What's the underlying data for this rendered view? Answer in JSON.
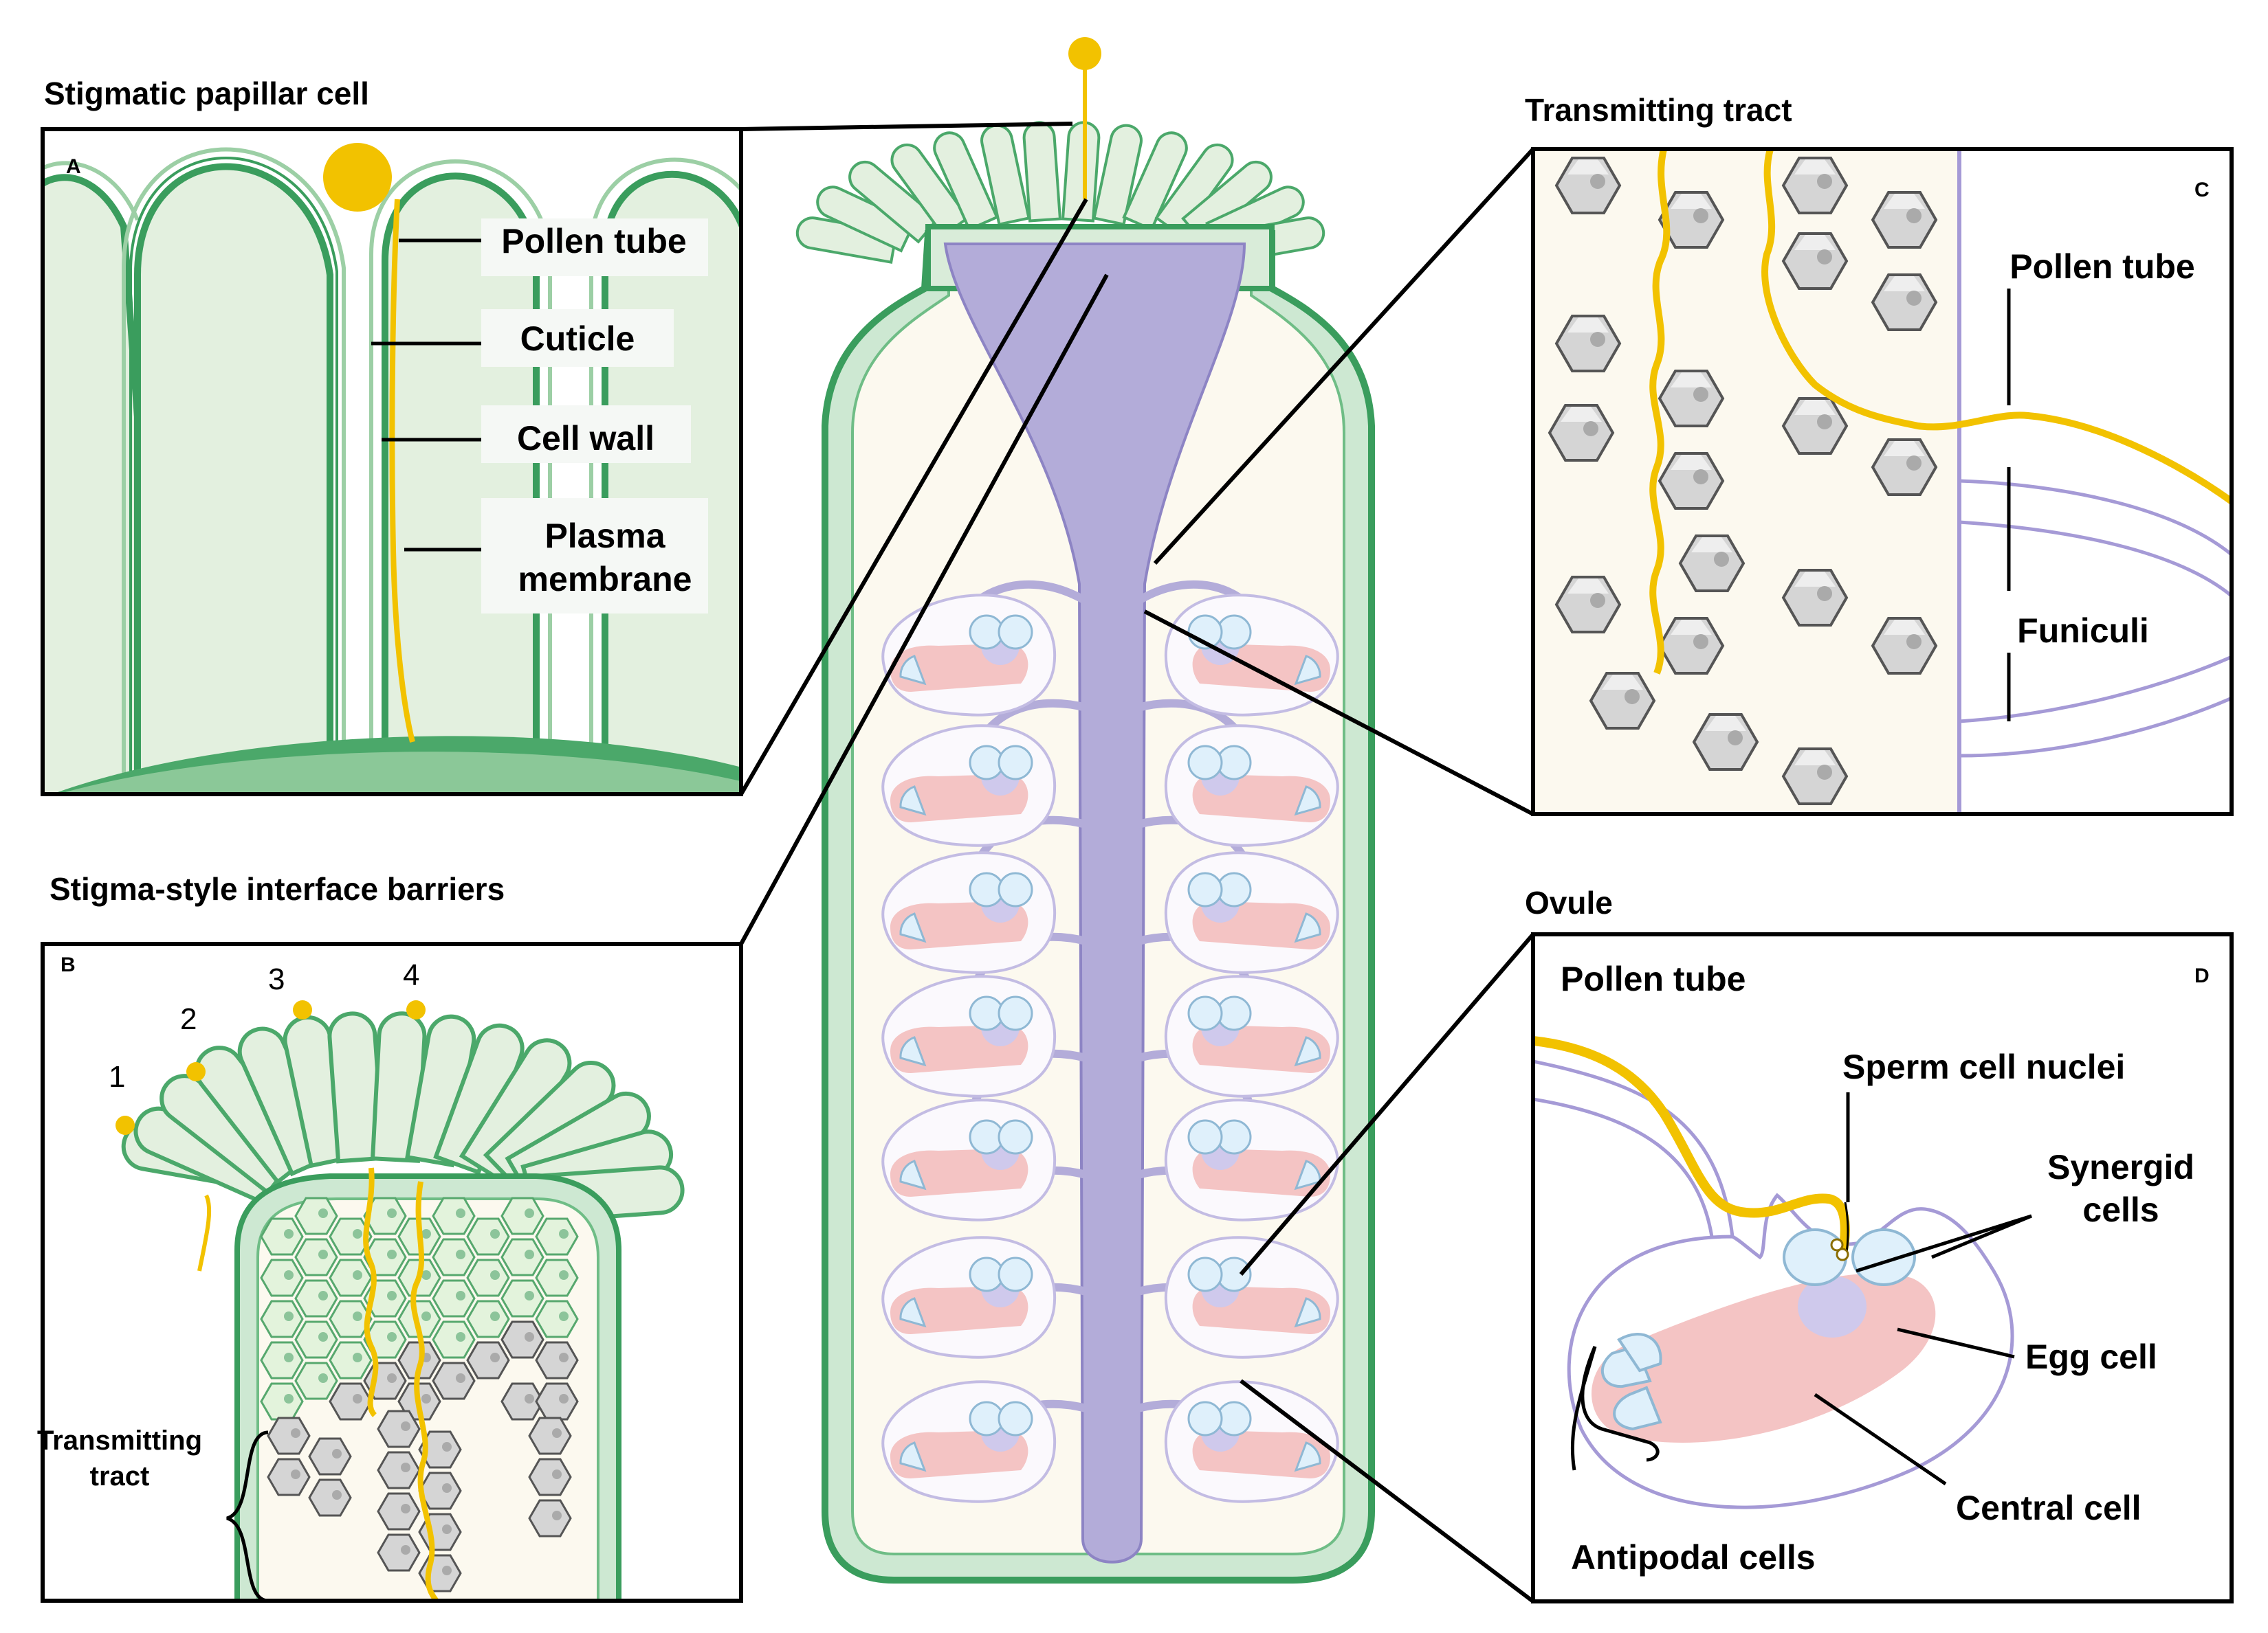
{
  "colors": {
    "cell_fill": "#e3f0df",
    "cell_outline": "#3a9d5d",
    "style_purple": "#b3acd9",
    "ovule_pink": "#f4c4c4",
    "pollen": "#f2c200",
    "hex_fill": "#d5d5d5",
    "tract_bg": "#fcf9ef"
  },
  "panel_a": {
    "heading": "Stigmatic papillar cell",
    "tag": "A",
    "labels": [
      "Pollen tube",
      "Cuticle",
      "Cell wall",
      "Plasma",
      "membrane"
    ]
  },
  "panel_b": {
    "heading": "Stigma-style interface barriers",
    "tag": "B",
    "numbers": [
      "1",
      "2",
      "3",
      "4"
    ],
    "tract_label": [
      "Transmitting",
      "tract"
    ]
  },
  "panel_c": {
    "heading": "Transmitting tract",
    "tag": "C",
    "labels": [
      "Pollen tube",
      "Funiculi"
    ]
  },
  "panel_d": {
    "heading": "Ovule",
    "tag": "D",
    "labels": [
      "Pollen tube",
      "Sperm cell nuclei",
      "Synergid",
      "cells",
      "Egg cell",
      "Central cell",
      "Antipodal cells"
    ]
  }
}
